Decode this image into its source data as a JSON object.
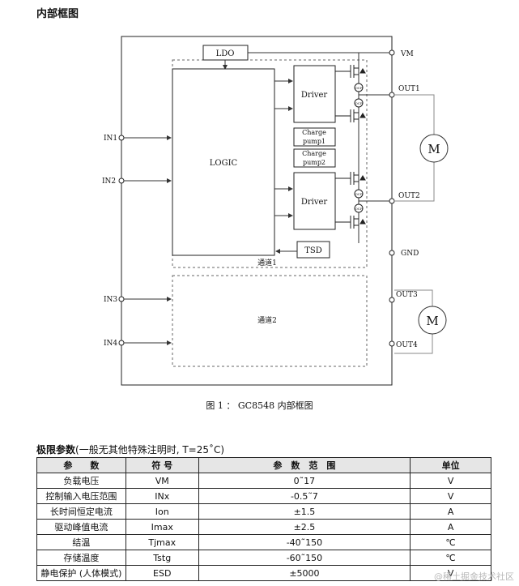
{
  "page": {
    "heading": "内部框图",
    "caption": "图 1 ： GC8548 内部框图",
    "watermark": "@稀土掘金技术社区"
  },
  "diagram": {
    "ldo": "LDO",
    "logic": "LOGIC",
    "driver_top": "Driver",
    "driver_bottom": "Driver",
    "charge_pump1": [
      "Charge",
      "pump1"
    ],
    "charge_pump2": [
      "Charge",
      "pump2"
    ],
    "tsd": "TSD",
    "channel1": "通道1",
    "channel2": "通道2",
    "ocp": "OCP",
    "motor": "M",
    "pins": {
      "vm": "VM",
      "out1": "OUT1",
      "out2": "OUT2",
      "gnd": "GND",
      "out3": "OUT3",
      "out4": "OUT4",
      "in1": "IN1",
      "in2": "IN2",
      "in3": "IN3",
      "in4": "IN4"
    }
  },
  "limits": {
    "title_bold": "极限参数",
    "title_rest": "(一般无其他特殊注明时, T=25˚C)",
    "columns": [
      "参　　数",
      "符 号",
      "参　数　范　围",
      "单位"
    ],
    "rows": [
      [
        "负载电压",
        "VM",
        "0˜17",
        "V"
      ],
      [
        "控制输入电压范围",
        "INx",
        "-0.5˜7",
        "V"
      ],
      [
        "长时间恒定电流",
        "Ion",
        "±1.5",
        "A"
      ],
      [
        "驱动峰值电流",
        "Imax",
        "±2.5",
        "A"
      ],
      [
        "结温",
        "Tjmax",
        "-40˜150",
        "℃"
      ],
      [
        "存储温度",
        "Tstg",
        "-60˜150",
        "℃"
      ],
      [
        "静电保护 (人体模式)",
        "ESD",
        "±5000",
        "V"
      ]
    ]
  }
}
